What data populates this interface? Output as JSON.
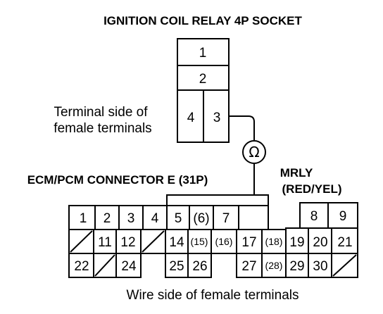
{
  "relay": {
    "title": "IGNITION COIL RELAY 4P SOCKET",
    "pins": [
      "1",
      "2",
      "4",
      "3"
    ],
    "terminal_side_label": [
      "Terminal side of",
      "female terminals"
    ]
  },
  "meter": {
    "symbol": "Ω",
    "icon": "ohmmeter-icon"
  },
  "ecm": {
    "title": "ECM/PCM CONNECTOR E (31P)",
    "wire_label": [
      "MRLY",
      "(RED/YEL)"
    ],
    "row1": [
      "1",
      "2",
      "3",
      "4",
      "5",
      "(6)",
      "7",
      "8",
      "9"
    ],
    "row2": [
      "11",
      "12",
      "14",
      "(15)",
      "(16)",
      "17",
      "(18)",
      "19",
      "20",
      "21"
    ],
    "row3": [
      "22",
      "24",
      "25",
      "26",
      "27",
      "(28)",
      "29",
      "30"
    ],
    "wire_side_label": "Wire side of female terminals"
  }
}
